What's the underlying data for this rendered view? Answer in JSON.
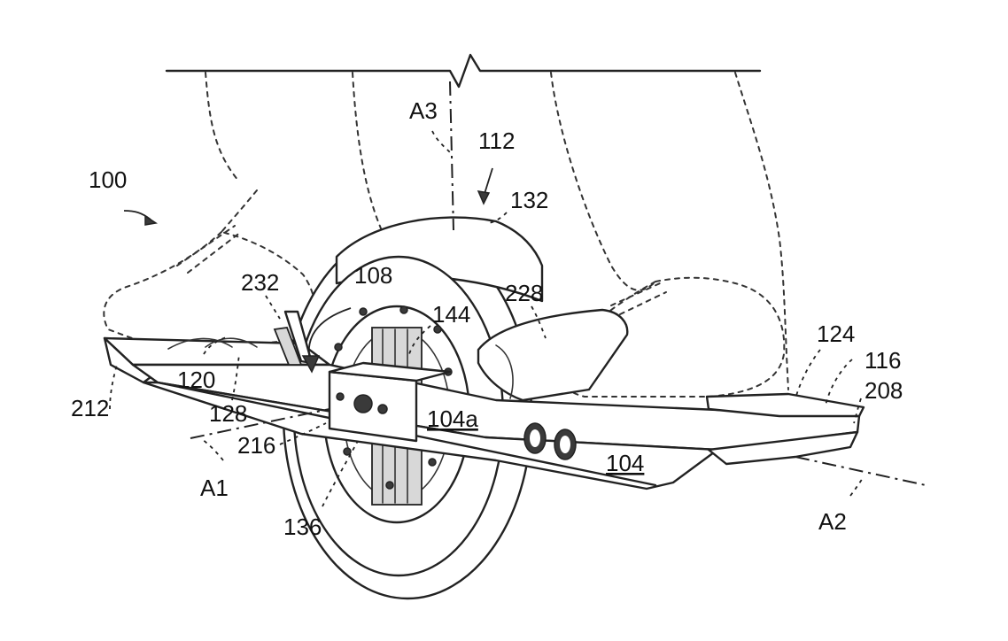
{
  "labels": {
    "l100": "100",
    "l112": "112",
    "l132": "132",
    "lA3": "A3",
    "l108": "108",
    "l232": "232",
    "l144": "144",
    "l228": "228",
    "l124": "124",
    "l116": "116",
    "l208": "208",
    "l120": "120",
    "l212": "212",
    "l128": "128",
    "l216": "216",
    "l104a": "104a",
    "l104": "104",
    "lA1": "A1",
    "l136": "136",
    "lA2": "A2"
  }
}
